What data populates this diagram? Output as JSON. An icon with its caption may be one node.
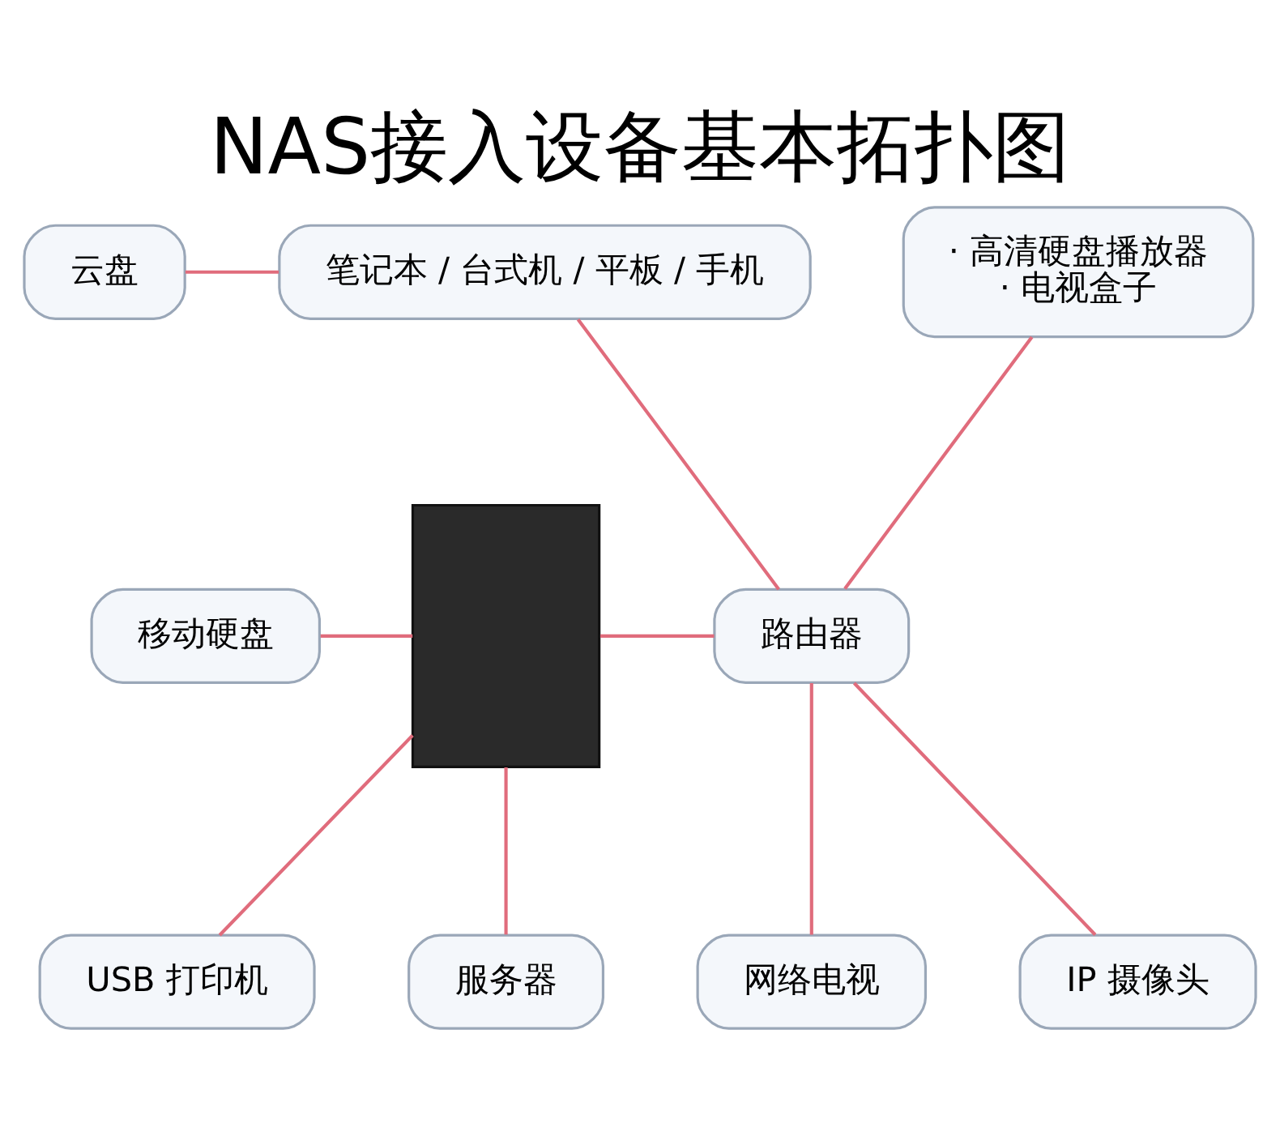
{
  "diagram": {
    "title": "NAS接入设备基本拓扑图",
    "nodes": [
      {
        "text": [
          "云盘"
        ]
      },
      {
        "text": [
          "笔记本 / 台式机 / 平板 / 手机"
        ]
      },
      {
        "text": [
          "· 高清硬盘播放器",
          "· 电视盒子"
        ]
      },
      {
        "text": [
          "移动硬盘"
        ]
      },
      {
        "text": [],
        "shape": "box"
      },
      {
        "text": [
          "路由器"
        ]
      },
      {
        "text": [
          "USB 打印机"
        ]
      },
      {
        "text": [
          "服务器"
        ]
      },
      {
        "text": [
          "网络电视"
        ]
      },
      {
        "text": [
          "IP 摄像头"
        ]
      }
    ],
    "edges": [
      {
        "from": 0,
        "to": 1,
        "arrow": "none"
      },
      {
        "from": 1,
        "to": 5,
        "arrow": "none"
      },
      {
        "from": 2,
        "to": 5,
        "arrow": "none"
      },
      {
        "from": 3,
        "to": 4,
        "arrow": "none"
      },
      {
        "from": 4,
        "to": 5,
        "arrow": "none"
      },
      {
        "from": 6,
        "to": 4,
        "arrow": "none"
      },
      {
        "from": 7,
        "to": 4,
        "arrow": "none"
      },
      {
        "from": 8,
        "to": 5,
        "arrow": "none"
      },
      {
        "from": 9,
        "to": 5,
        "arrow": "none"
      }
    ]
  }
}
